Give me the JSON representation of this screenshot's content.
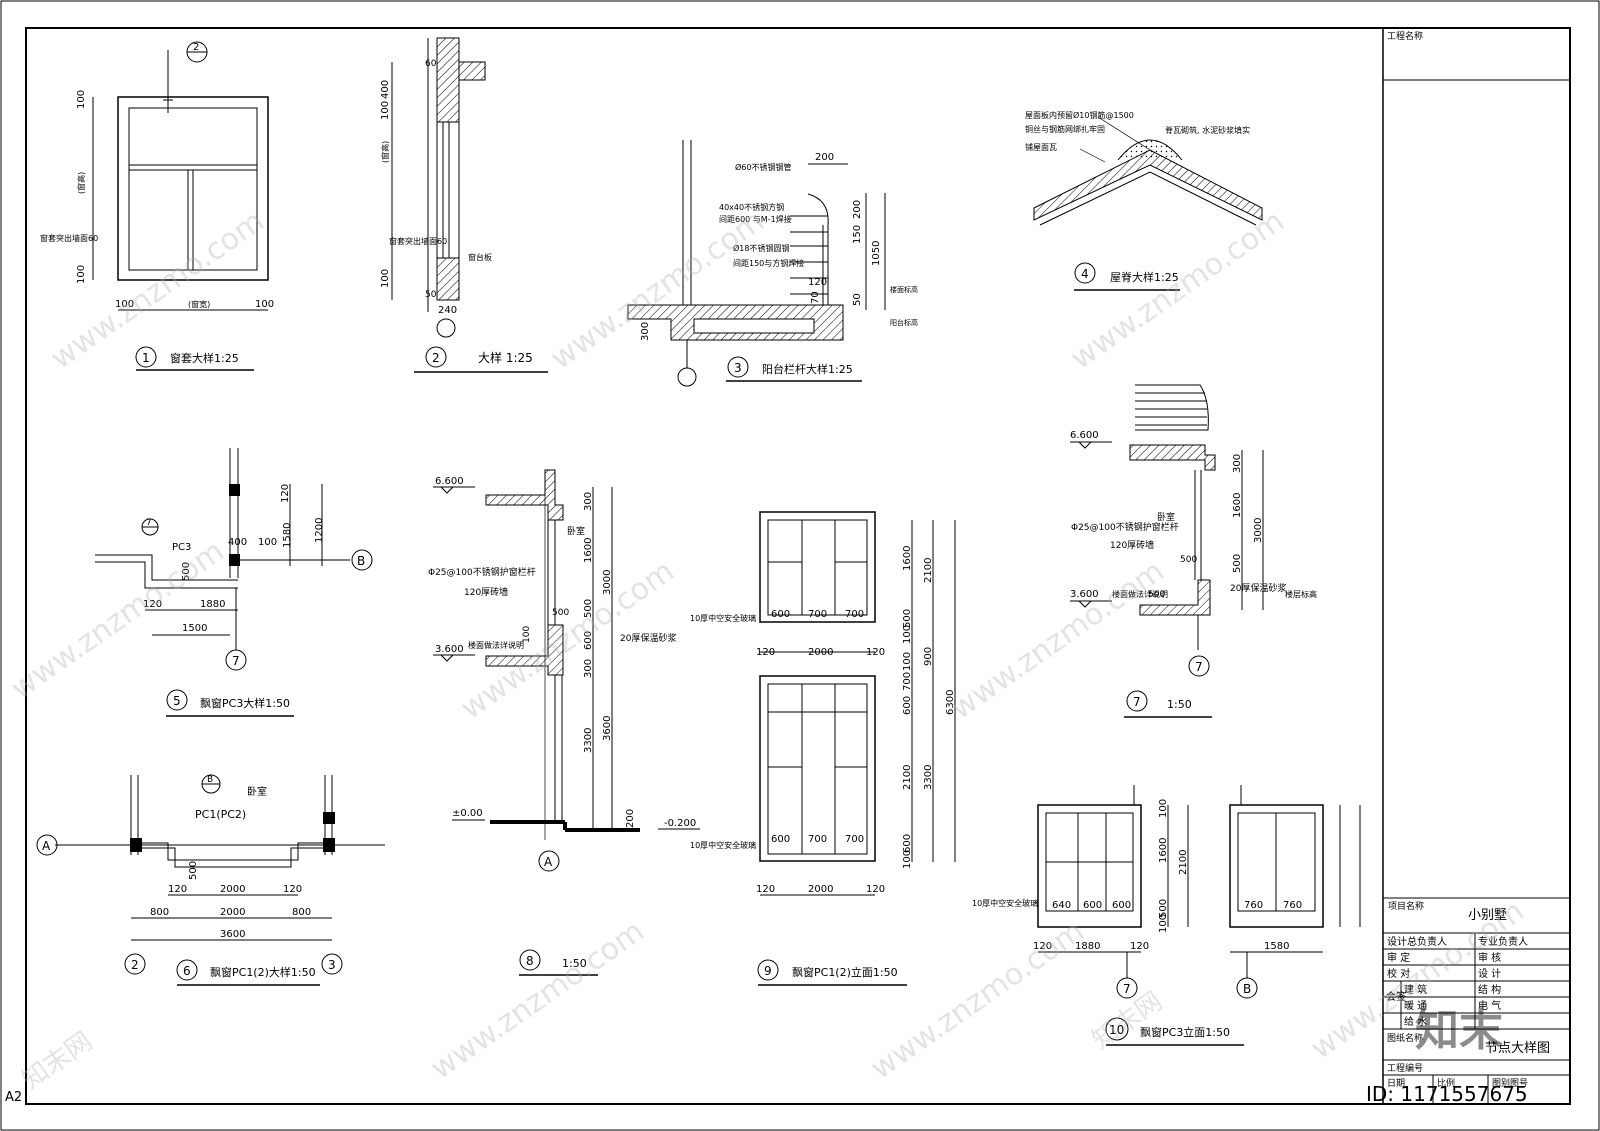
{
  "sheet": {
    "size_label": "A2",
    "id_label": "ID: 1171557675",
    "watermark": "www.znzmo.com",
    "watermark_brand": "知末网",
    "logo_text": "知末"
  },
  "title_block": {
    "project_name_label": "工程名称",
    "item_name_label": "项目名称",
    "item_name_value": "小别墅",
    "rows": [
      [
        "设计总负责人",
        "专业负责人"
      ],
      [
        "审 定",
        "审 核"
      ],
      [
        "校 对",
        "设 计"
      ],
      [
        "建 筑",
        "结 构"
      ],
      [
        "暖 通",
        "电 气"
      ],
      [
        "给 水",
        ""
      ]
    ],
    "sign_label": "会签",
    "drawing_name_label": "图纸名称",
    "drawing_name_value": "节点大样图",
    "project_no_label": "工程编号",
    "date_label": "日期",
    "scale_label": "比例",
    "sheet_no_label": "图别图号"
  },
  "details": [
    {
      "num": "1",
      "title": "窗套大样1:25"
    },
    {
      "num": "2",
      "title": "大样 1:25"
    },
    {
      "num": "3",
      "title": "阳台栏杆大样1:25"
    },
    {
      "num": "4",
      "title": "屋脊大样1:25"
    },
    {
      "num": "5",
      "title": "飘窗PC3大样1:50"
    },
    {
      "num": "6",
      "title": "飘窗PC1(2)大样1:50"
    },
    {
      "num": "7",
      "title": "1:50"
    },
    {
      "num": "8",
      "title": "1:50"
    },
    {
      "num": "9",
      "title": "飘窗PC1(2)立面1:50"
    },
    {
      "num": "10",
      "title": "飘窗PC3立面1:50"
    }
  ],
  "labels": {
    "d1": {
      "top": "100",
      "bottom": "100",
      "left": "100",
      "right": "100",
      "width": "(窗宽)",
      "height": "(窗高)",
      "note": "窗套突出墙面60",
      "axis": "2"
    },
    "d2": {
      "d400": "400",
      "d60": "60",
      "d100a": "100",
      "d100b": "100",
      "d240": "240",
      "d50": "50",
      "height": "(窗高)",
      "note1": "窗套突出墙面60",
      "note2": "窗台板"
    },
    "d3": {
      "d200": "200",
      "d1050": "1050",
      "d150": "150",
      "d50": "50",
      "d120": "120",
      "d70": "70",
      "d300": "300",
      "n1": "Ø60不锈钢钢管",
      "n2": "40x40不锈钢方钢",
      "n3": "间距600 与M-1焊接",
      "n4": "Ø18不锈钢圆钢",
      "n5": "间距150与方钢焊接",
      "n6": "楼面标高",
      "n7": "阳台标高"
    },
    "d4": {
      "n1": "屋面板内预留Ø10钢筋@1500",
      "n2": "铜丝与钢筋网绑扎牢固",
      "n3": "铺屋面瓦",
      "n4": "脊瓦砌筑, 水泥砂浆填实"
    },
    "d5": {
      "code": "PC3",
      "d120a": "120",
      "d400": "400",
      "d100": "100",
      "d1580": "1580",
      "d1200": "1200",
      "d500": "500",
      "d120b": "120",
      "d1880": "1880",
      "d1500": "1500",
      "axisB": "B",
      "axis7": "7",
      "axisSub": "7"
    },
    "d6": {
      "code": "PC1(PC2)",
      "room": "卧室",
      "d500": "500",
      "d120a": "120",
      "d2000a": "2000",
      "d120b": "120",
      "d800a": "800",
      "d2000b": "2000",
      "d800b": "800",
      "d3600": "3600",
      "axisA": "A",
      "axis2": "2",
      "axis3": "3",
      "axisB": "B"
    },
    "d7": {
      "lvl1": "6.600",
      "lvl2": "3.600",
      "room": "卧室",
      "n1": "Φ25@100不锈钢护窗栏杆",
      "n2": "120厚砖墙",
      "n3": "20厚保温砂浆",
      "n4": "楼面做法详说明",
      "n5": "楼层标高",
      "d300": "300",
      "d1600": "1600",
      "d3000": "3000",
      "d500": "500",
      "d500b": "500",
      "d500c": "500",
      "axis": "7"
    },
    "d8": {
      "lvl1": "6.600",
      "lvl2": "3.600",
      "lvl0": "±0.00",
      "lvlm": "-0.200",
      "room": "卧室",
      "n1": "Φ25@100不锈钢护窗栏杆",
      "n2": "120厚砖墙",
      "n3": "楼面做法详说明",
      "n4": "20厚保温砂浆",
      "d300": "300",
      "d1600": "1600",
      "d3000": "3000",
      "d500": "500",
      "d600": "600",
      "d300b": "300",
      "d3300": "3300",
      "d3600": "3600",
      "d200": "200",
      "d500b": "500",
      "d100": "100",
      "axis": "A"
    },
    "d9": {
      "glass": "10厚中空安全玻璃",
      "glass2": "10厚中空安全玻璃",
      "w600a": "600",
      "w700a": "700",
      "w700b": "700",
      "w600b": "600",
      "w700c": "700",
      "w700d": "700",
      "d120": "120",
      "d2000": "2000",
      "d120b": "120",
      "d120c": "120",
      "d2000b": "2000",
      "d120d": "120",
      "h1600": "1600",
      "h2100": "2100",
      "h500": "500",
      "h100a": "100",
      "h100b": "100",
      "h900": "900",
      "h700": "700",
      "h600": "600",
      "h6300": "6300",
      "h2100b": "2100",
      "h3300": "3300",
      "h600b": "600",
      "h100c": "100"
    },
    "d10": {
      "glass": "10厚中空安全玻璃",
      "w640": "640",
      "w600a": "600",
      "w600b": "600",
      "d120": "120",
      "d1880": "1880",
      "d120b": "120",
      "w760a": "760",
      "w760b": "760",
      "d1580": "1580",
      "h100a": "100",
      "h1600": "1600",
      "h2100": "2100",
      "h500": "500",
      "h100b": "100",
      "axis7": "7",
      "axisB": "B"
    }
  }
}
